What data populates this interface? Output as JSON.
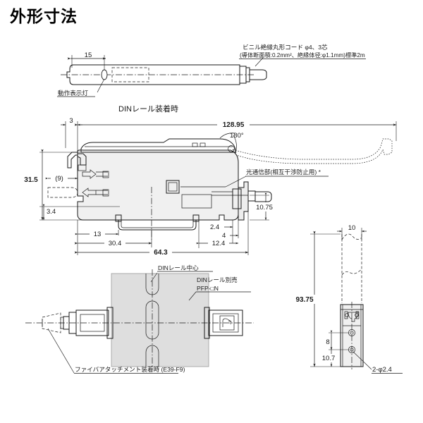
{
  "page": {
    "title": "外形寸法",
    "background_color": "#ffffff",
    "ink_color": "#1a1a1a",
    "body_fill_color": "#f0f0f0",
    "rail_fill_color": "#dedede"
  },
  "views": {
    "top_view": {
      "name": "top-view",
      "labels": {
        "indicator": "動作表示灯",
        "dimension_15": "15"
      }
    },
    "side_view": {
      "name": "side-view",
      "caption": "DINレール装着時",
      "labels": {
        "optical_comm": "光通信部(相互干渉防止用) *",
        "angle": "180°"
      },
      "dimensions": {
        "overall_length_cover_open": "128.95",
        "front_offset": "3",
        "height": "31.5",
        "slot_depth": "(9)",
        "base_height": "3.4",
        "connector_height": "10.75",
        "d13": "13",
        "d30_4": "30.4",
        "d64_3": "64.3",
        "d2_4": "2.4",
        "d4": "4",
        "d12_4": "12.4"
      }
    },
    "bottom_view": {
      "name": "din-rail-mount-view",
      "labels": {
        "rail_center": "DINレール中心",
        "rail_optional_l1": "DINレール別売",
        "rail_optional_l2": "PFP-□N",
        "fiber_attachment": "ファイバアタッチメント装着時 (E39-F9)"
      }
    },
    "right_view": {
      "name": "right-side-view",
      "dimensions": {
        "width_10": "10",
        "height_93_75": "93.75",
        "d8": "8",
        "d10_7": "10.7",
        "holes": "2-φ2.4"
      }
    }
  },
  "cable_note": {
    "line1": "ビニル絶縁丸形コード φ4、3芯",
    "line2": "(導体断面積:0.2mm²、絶縁体径:φ1.1mm)標準2m"
  }
}
